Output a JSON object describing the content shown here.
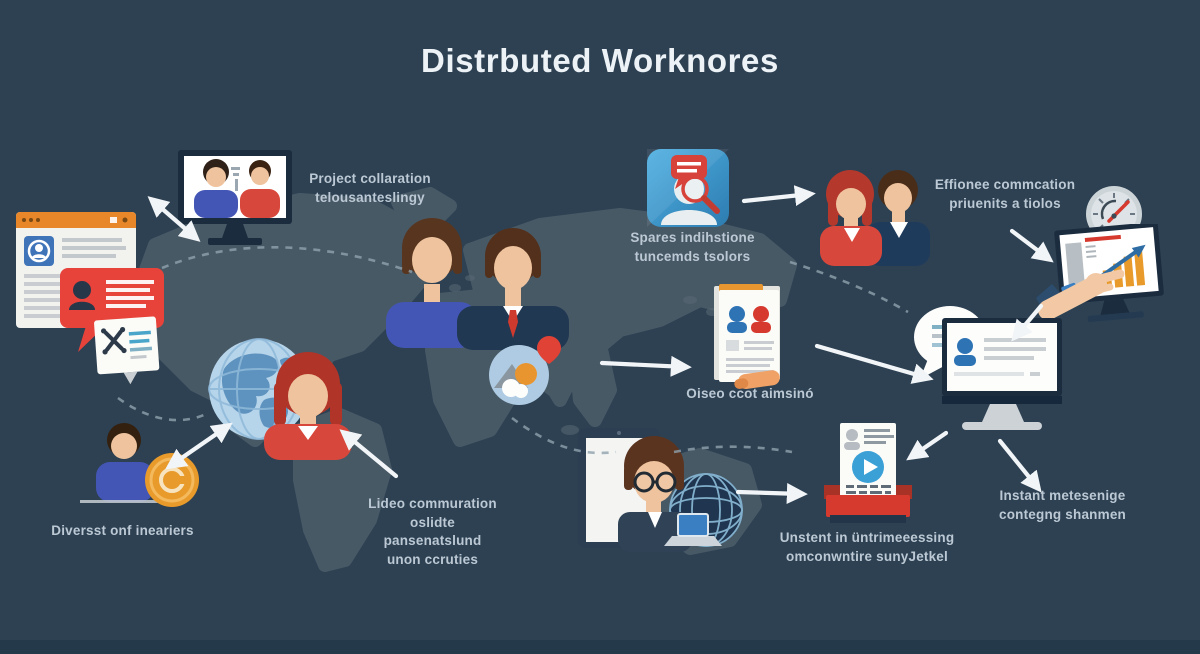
{
  "title": "Distrbuted Worknores",
  "labels": {
    "project_collaboration": "Project collaration\ntelousanteslingy",
    "spares": "Spares indihstione\ntuncemds tsolors",
    "effionee": "Effionee commcation\npriuenits a tiolos",
    "oiseo": "Oiseo ccot aimsinó",
    "lideo": "Lideo commuration\noslidte pansenatslund\nunon ccruties",
    "diverse": "Diversst onf ineariers",
    "unstent": "Unstent in üntrimeeessing\nomconwntire sunyJetkel",
    "instant": "Instant metesenige\ncontegng shanmen"
  },
  "icons": {
    "video_call_monitor": "monitor showing two people on a video call",
    "browser_window": "browser window with profile card and text lines",
    "chat_bubble": "red speech bubble with person icon and text lines",
    "note_card": "note card with crossed-lines glyph and blue text lines",
    "globe": "blue globe with continents and grid",
    "woman_avatar": "woman with red hair and red top",
    "remote_worker": "man at desk with orange coin icon",
    "man_blue_avatar": "man in blue shirt",
    "man_suit_avatar": "man in navy suit with red tie",
    "weather_circle": "round badge with mountain, sun and cloud",
    "location_pin": "red map pin",
    "chat_search_app": "blue app tile with person, red message bubble and magnifier",
    "people_pair": "woman in red and man in navy",
    "clock_gauge": "gray clock gauge with red needle",
    "chart_monitor_hand": "hand pointing at monitor with rising orange bar chart",
    "document_card": "document with blue and red person icons and pointer hand",
    "profile_monitor": "monitor showing profile card with speech bubble",
    "video_document_tray": "document with play button in a red tray",
    "tablet_person_globe": "man with glasses on tablet beside wireframe globe and laptop"
  },
  "colors": {
    "background": "#2d4153",
    "map": "#596973",
    "accent_red": "#d8473b",
    "accent_orange": "#e89a2b",
    "accent_blue": "#4356b5",
    "panel_navy": "#1b2c3f",
    "text": "#bcc9d4",
    "title_text": "#edf2f6"
  }
}
